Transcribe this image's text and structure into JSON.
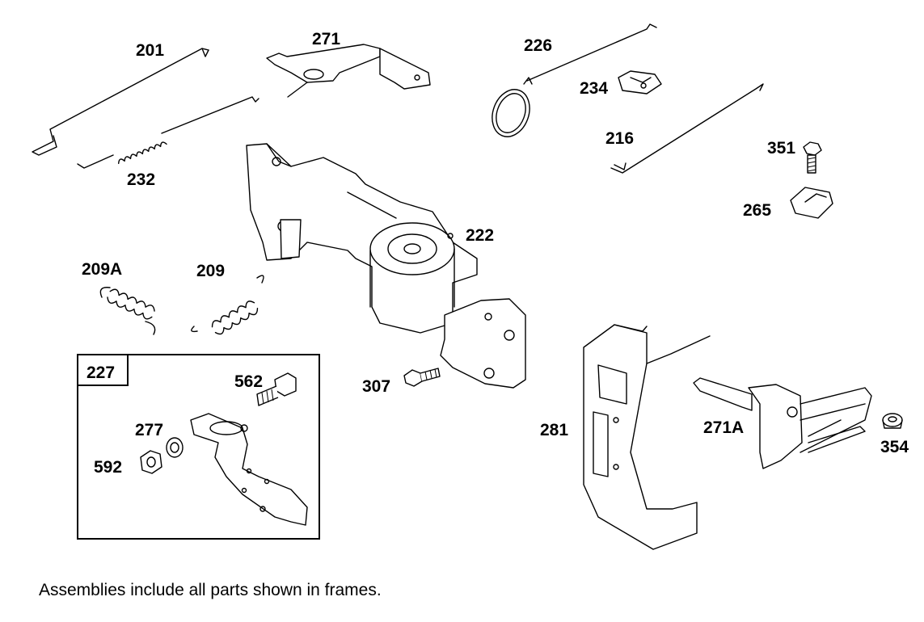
{
  "caption": "Assemblies include all parts shown in frames.",
  "labels": {
    "p201": "201",
    "p271": "271",
    "p226": "226",
    "p234": "234",
    "p232": "232",
    "p216": "216",
    "p351": "351",
    "p265": "265",
    "p222": "222",
    "p209A": "209A",
    "p209": "209",
    "p227": "227",
    "p562": "562",
    "p307": "307",
    "p277": "277",
    "p592": "592",
    "p281": "281",
    "p271A": "271A",
    "p354": "354"
  }
}
